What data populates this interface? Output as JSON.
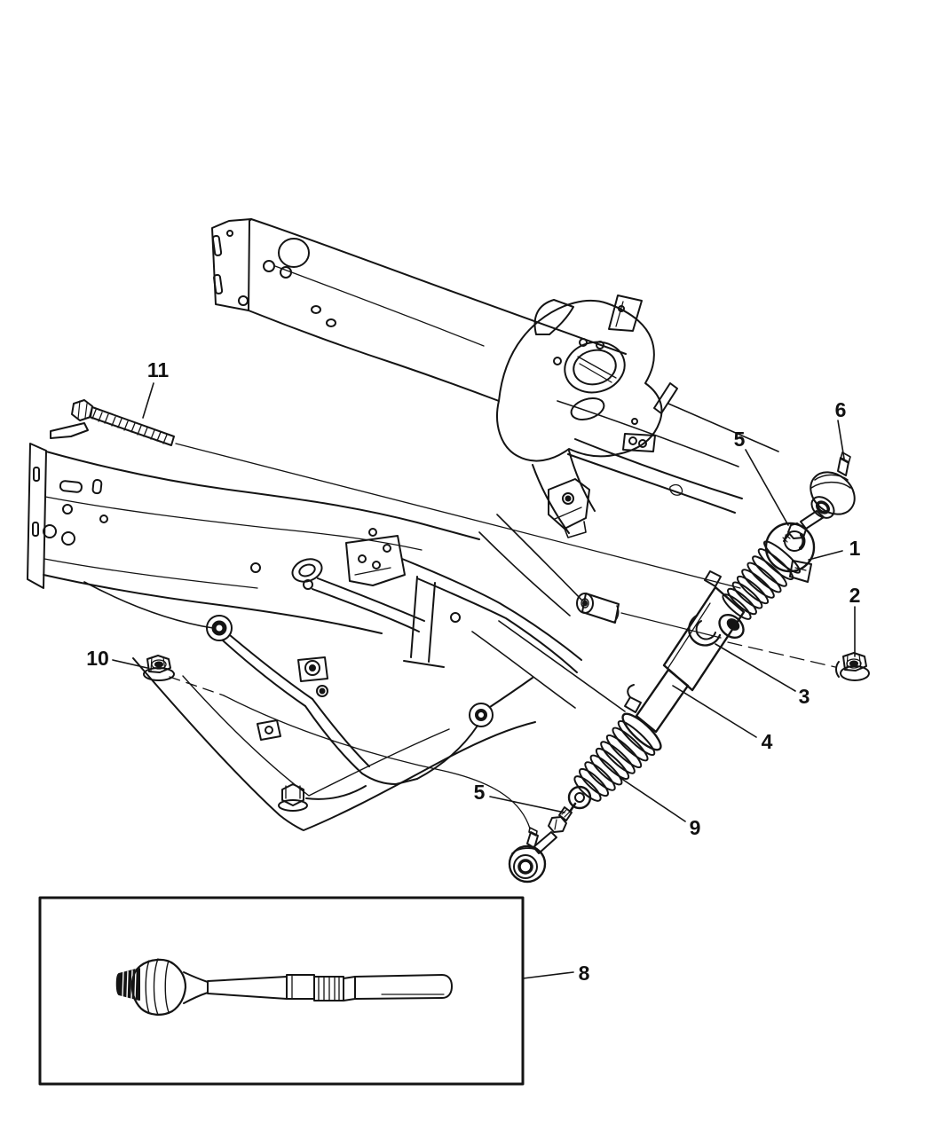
{
  "figure": {
    "background_color": "#ffffff",
    "line_color": "#141414",
    "kind": "exploded parts line diagram"
  },
  "callouts": {
    "c1": {
      "label": "1",
      "points_to": "upper bellows boot of steering gear"
    },
    "c2": {
      "label": "2",
      "points_to": "flange nut (gear mounting, right)"
    },
    "c3": {
      "label": "3",
      "points_to": "gear mount / isolator bushing boss"
    },
    "c4": {
      "label": "4",
      "points_to": "steering gear housing tube"
    },
    "c5a": {
      "label": "5",
      "points_to": "inner tie rod joint at upper boot"
    },
    "c5b": {
      "label": "5",
      "points_to": "inner tie rod threads at lower boot"
    },
    "c6": {
      "label": "6",
      "points_to": "outer tie rod end stud (upper)"
    },
    "c8": {
      "label": "8",
      "points_to": "inner tie rod shown in inset box"
    },
    "c9": {
      "label": "9",
      "points_to": "lower bellows boot of steering gear"
    },
    "c10": {
      "label": "10",
      "points_to": "flange nut (left)"
    },
    "c11": {
      "label": "11",
      "points_to": "hex mounting bolt"
    }
  }
}
